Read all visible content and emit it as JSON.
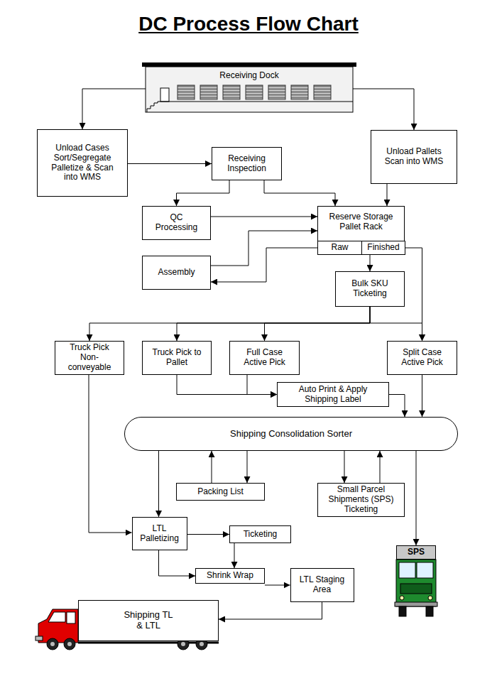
{
  "diagram": {
    "title": "DC Process Flow Chart",
    "nodes": [
      {
        "text": [
          "Receiving Dock"
        ]
      },
      {
        "text": [
          "Unload Cases Sort/Segregate Palletize & Scan into WMS"
        ]
      },
      {
        "text": [
          "Receiving Inspection"
        ]
      },
      {
        "text": [
          "Unload Pallets Scan into WMS"
        ]
      },
      {
        "text": [
          "QC Processing"
        ]
      },
      {
        "text": [
          "Reserve Storage Pallet Rack"
        ]
      },
      {
        "text": [
          "Raw"
        ],
        "in": 5
      },
      {
        "text": [
          "Finished"
        ],
        "in": 5
      },
      {
        "text": [
          "Assembly"
        ]
      },
      {
        "text": [
          "Bulk SKU Ticketing"
        ]
      },
      {
        "text": [
          "Truck Pick Non-conveyable"
        ]
      },
      {
        "text": [
          "Truck Pick to Pallet"
        ]
      },
      {
        "text": [
          "Full Case Active Pick"
        ]
      },
      {
        "text": [
          "Split Case Active Pick"
        ]
      },
      {
        "text": [
          "Auto Print & Apply Shipping Label"
        ]
      },
      {
        "text": [
          "Shipping Consolidation Sorter"
        ]
      },
      {
        "text": [
          "Packing List"
        ]
      },
      {
        "text": [
          "Small Parcel Shipments (SPS) Ticketing"
        ]
      },
      {
        "text": [
          "LTL Palletizing"
        ]
      },
      {
        "text": [
          "Ticketing"
        ]
      },
      {
        "text": [
          "Shrink Wrap"
        ]
      },
      {
        "text": [
          "LTL Staging Area"
        ]
      },
      {
        "text": [
          "Shipping TL & LTL"
        ]
      },
      {
        "text": [
          "SPS"
        ]
      }
    ],
    "edges": [
      {
        "from": 0,
        "to": 1,
        "arrow": "to"
      },
      {
        "from": 0,
        "to": 3,
        "arrow": "to"
      },
      {
        "from": 1,
        "to": 2,
        "arrow": "to"
      },
      {
        "from": 2,
        "to": 4,
        "arrow": "to"
      },
      {
        "from": 2,
        "to": 5,
        "arrow": "to"
      },
      {
        "from": 3,
        "to": 5,
        "arrow": "to"
      },
      {
        "from": 4,
        "to": 5,
        "arrow": "to"
      },
      {
        "from": 8,
        "to": 5,
        "arrow": "to"
      },
      {
        "from": 6,
        "to": 8,
        "arrow": "to"
      },
      {
        "from": 7,
        "to": 9,
        "arrow": "to"
      },
      {
        "from": 7,
        "to": 13,
        "arrow": "to"
      },
      {
        "from": 9,
        "to": 10,
        "arrow": "to"
      },
      {
        "from": 9,
        "to": 11,
        "arrow": "to"
      },
      {
        "from": 9,
        "to": 12,
        "arrow": "to"
      },
      {
        "from": 9,
        "to": 13,
        "arrow": "to"
      },
      {
        "from": 11,
        "to": 14,
        "arrow": "to"
      },
      {
        "from": 12,
        "to": 14,
        "arrow": "to"
      },
      {
        "from": 14,
        "to": 15,
        "arrow": "to"
      },
      {
        "from": 13,
        "to": 15,
        "arrow": "to"
      },
      {
        "from": 15,
        "to": 16,
        "arrow": "to"
      },
      {
        "from": 16,
        "to": 15,
        "arrow": "to"
      },
      {
        "from": 15,
        "to": 17,
        "arrow": "to"
      },
      {
        "from": 17,
        "to": 15,
        "arrow": "to"
      },
      {
        "from": 15,
        "to": 18,
        "arrow": "to"
      },
      {
        "from": 15,
        "to": 23,
        "arrow": "to"
      },
      {
        "from": 10,
        "to": 18,
        "arrow": "to"
      },
      {
        "from": 18,
        "to": 19,
        "arrow": "to"
      },
      {
        "from": 18,
        "to": 20,
        "arrow": "to"
      },
      {
        "from": 19,
        "to": 20,
        "arrow": "to"
      },
      {
        "from": 20,
        "to": 21,
        "arrow": "to"
      },
      {
        "from": 21,
        "to": 22,
        "arrow": "to"
      }
    ]
  }
}
